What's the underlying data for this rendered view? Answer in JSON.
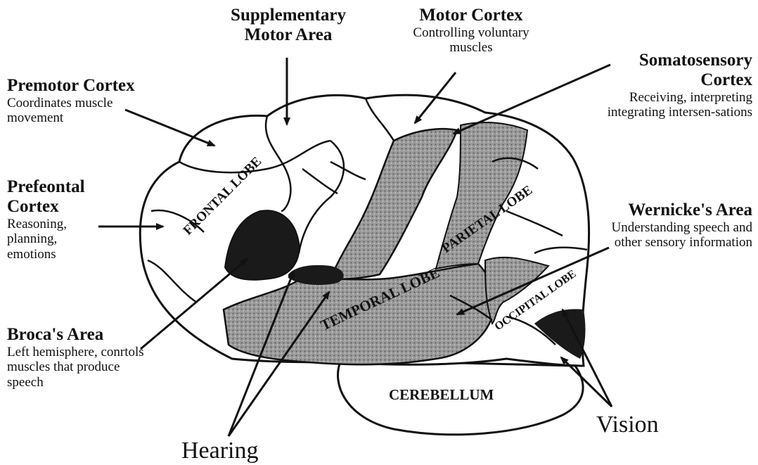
{
  "labels": {
    "supplementary_motor": {
      "title": "Supplementary Motor Area"
    },
    "motor_cortex": {
      "title": "Motor Cortex",
      "desc": "Controlling voluntary muscles"
    },
    "somatosensory": {
      "title": "Somatosensory Cortex",
      "desc": "Receiving, interpreting integrating intersen-sations"
    },
    "premotor": {
      "title": "Premotor Cortex",
      "desc": "Coordinates muscle movement"
    },
    "prefrontal": {
      "title": "Prefeontal Cortex",
      "desc": "Reasoning, planning, emotions"
    },
    "wernicke": {
      "title": "Wernicke's Area",
      "desc": "Understanding speech and other sensory information"
    },
    "broca": {
      "title": "Broca's Area",
      "desc": "Left hemisphere, conrtols muscles that produce speech"
    },
    "vision": "Vision",
    "hearing": "Hearing"
  },
  "lobes": {
    "frontal": "FRONTAL LOBE",
    "parietal": "PARIETAL LOBE",
    "temporal": "TEMPORAL LOBE",
    "occipital": "OCCIPITAL LOBE",
    "cerebellum": "CEREBELLUM"
  },
  "colors": {
    "ink": "#111111",
    "shade": "#8c8c8c",
    "dark": "#1a1a1a",
    "background": "#ffffff"
  }
}
